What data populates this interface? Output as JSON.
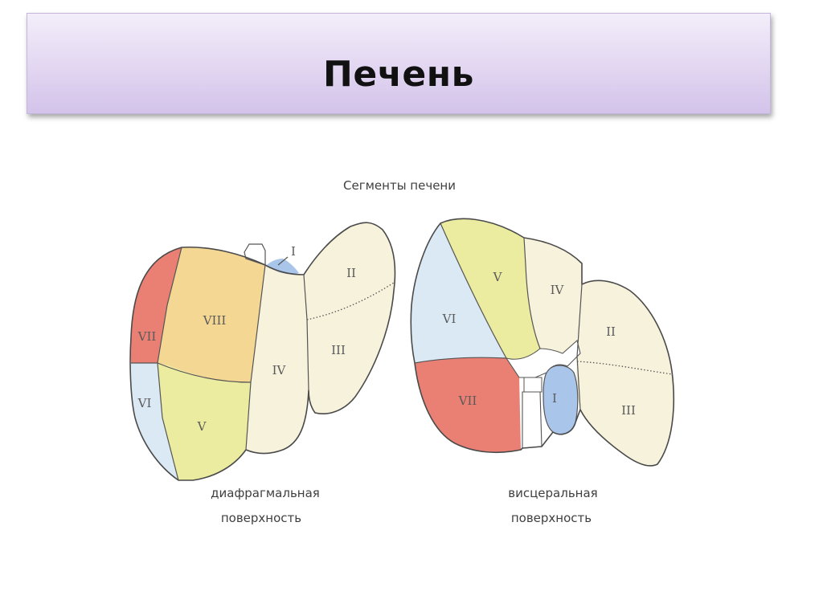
{
  "slide": {
    "title": "Печень"
  },
  "diagram": {
    "heading": "Сегменты печени",
    "diaphragmatic": {
      "caption_line1": "диафрагмальная",
      "caption_line2": "поверхность",
      "segments": [
        "I",
        "II",
        "III",
        "IV",
        "V",
        "VI",
        "VII",
        "VIII"
      ]
    },
    "visceral": {
      "caption_line1": "висцеральная",
      "caption_line2": "поверхность",
      "segments": [
        "I",
        "II",
        "III",
        "IV",
        "V",
        "VI",
        "VII"
      ]
    },
    "colors": {
      "segment_I": "#a9c6ea",
      "segment_II_III_IV": "#f7f2dc",
      "segment_V": "#ebec9f",
      "segment_VI": "#dbe9f4",
      "segment_VII": "#ea7f74",
      "segment_VIII": "#f4d793",
      "background": "#ffffff",
      "title_box": "#e2d6f1"
    }
  }
}
